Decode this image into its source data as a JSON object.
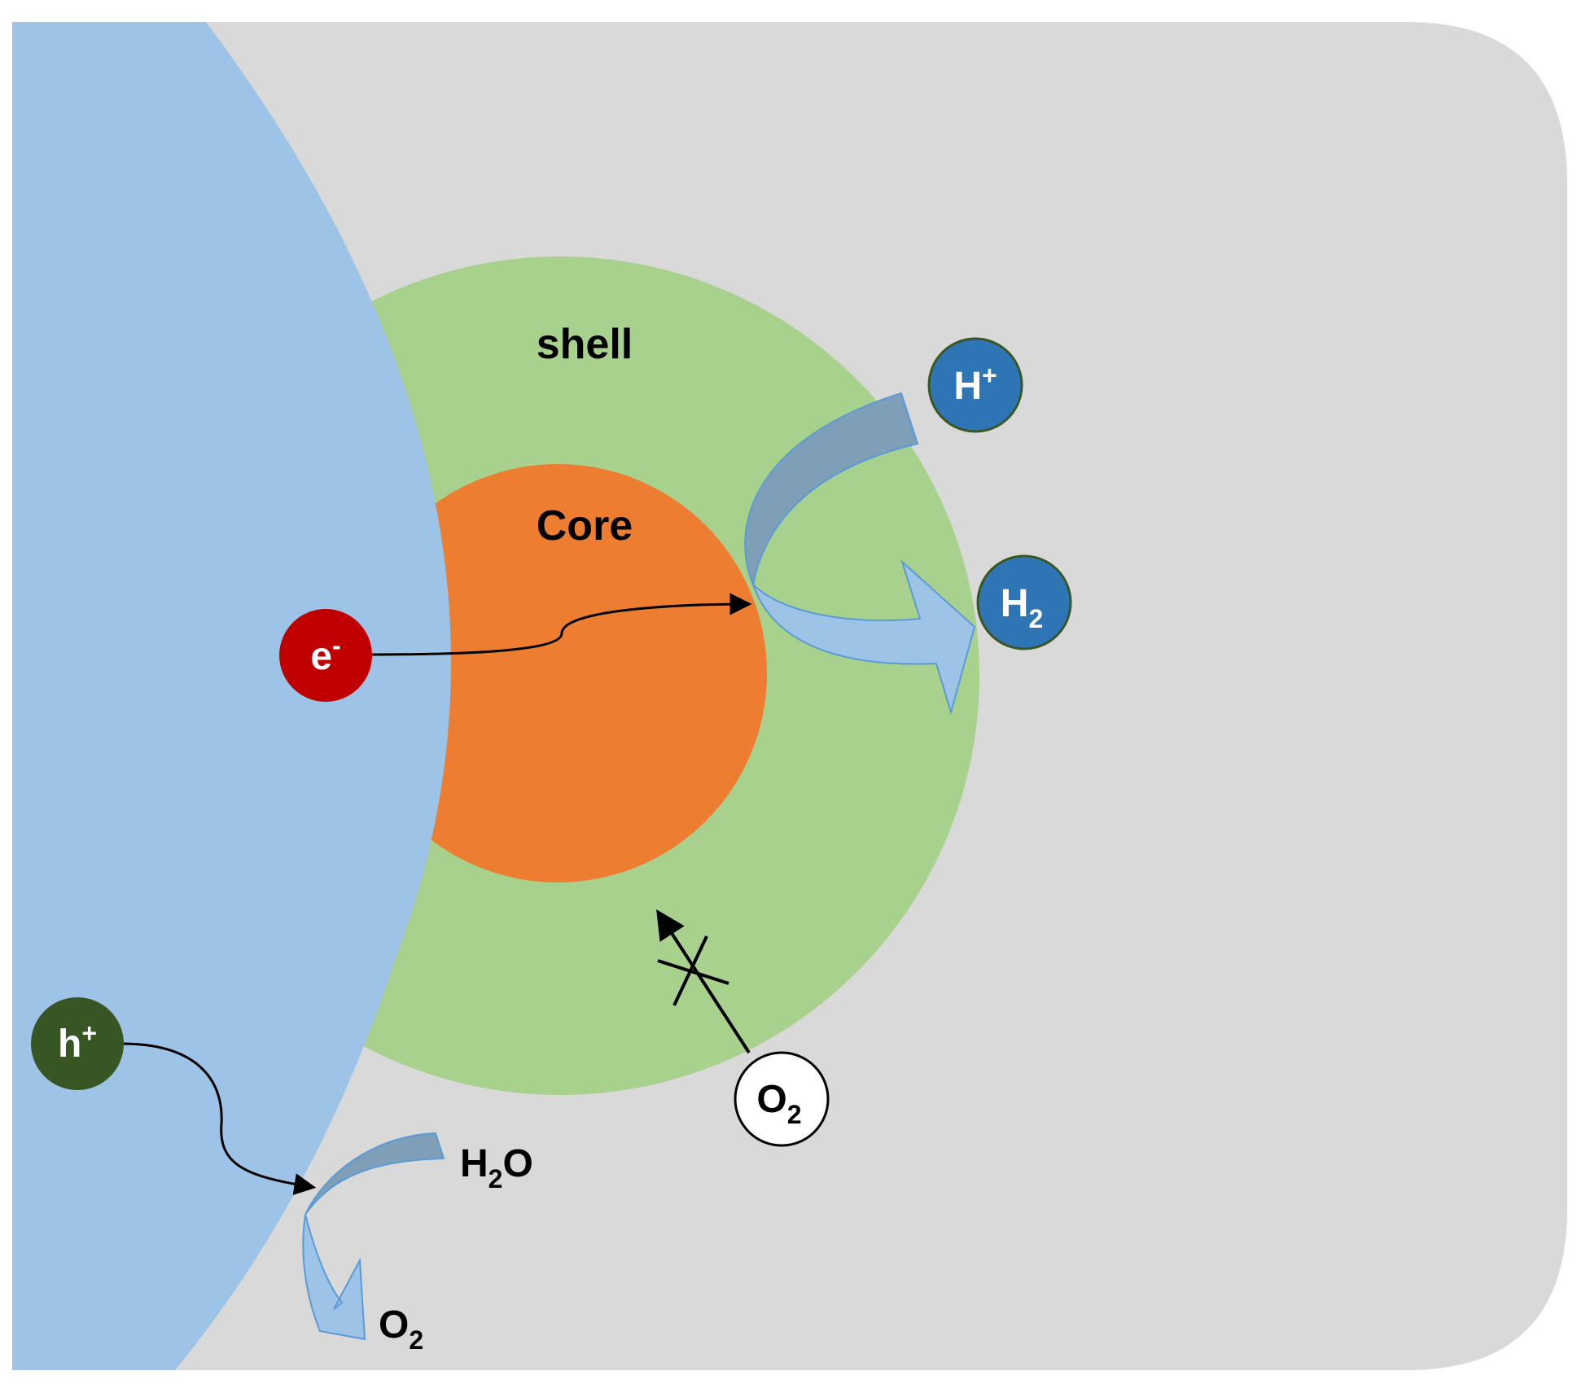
{
  "labels": {
    "shell": "shell",
    "core": "Core"
  },
  "species": {
    "electron": {
      "base": "e",
      "sup": "-"
    },
    "hole": {
      "base": "h",
      "sup": "+"
    },
    "proton": {
      "base": "H",
      "sup": "+"
    },
    "hydrogen": {
      "base": "H",
      "sub": "2"
    },
    "oxygen_blocked": {
      "base": "O",
      "sub": "2"
    },
    "water": {
      "base1": "H",
      "sub": "2",
      "base2": "O"
    },
    "oxygen_product": {
      "base": "O",
      "sub": "2"
    }
  },
  "colors": {
    "background": "#d9d9d9",
    "semiconductor": "#9dc3e6",
    "shell": "#a9d18e",
    "core": "#ed7d31",
    "electron": "#c00000",
    "hole": "#375623",
    "proton": "#2e75b6",
    "hydrogen": "#2e75b6",
    "flow_arrow_dark": "#7f9eb8",
    "flow_arrow_light": "#9dc3e6",
    "flow_arrow_outline": "#5b9bd5"
  }
}
